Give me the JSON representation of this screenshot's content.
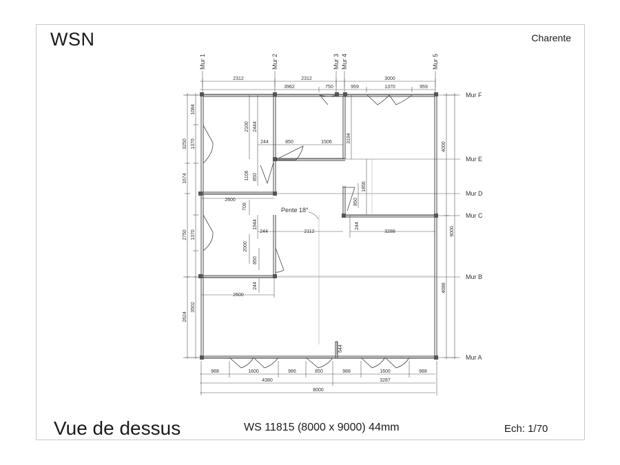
{
  "header": {
    "brand": "WSN",
    "region": "Charente"
  },
  "footer": {
    "view_title": "Vue de dessus",
    "model_spec": "WS 11815 (8000 x 9000) 44mm",
    "scale": "Ech: 1/70"
  },
  "walls": {
    "vertical": [
      "Mur 1",
      "Mur 2",
      "Mur 3",
      "Mur 4",
      "Mur 5"
    ],
    "horizontal": [
      "Mur F",
      "Mur E",
      "Mur D",
      "Mur C",
      "Mur B",
      "Mur A"
    ]
  },
  "roof_note": "Pente 18°",
  "dimensions": {
    "top_row1": [
      "2312",
      "2312",
      "3000"
    ],
    "top_row2": [
      "3962",
      "750",
      "959",
      "1370",
      "959"
    ],
    "bottom_row1": [
      "988",
      "1600",
      "986",
      "850",
      "988",
      "1600",
      "988"
    ],
    "bottom_row2": [
      "4380",
      "3287"
    ],
    "bottom_total": "8000",
    "left_outer": [
      "3250",
      "1674",
      "2750",
      "2624"
    ],
    "left_inner": [
      "1084",
      "1370",
      "1370",
      "3502"
    ],
    "right_outer": "9000",
    "right_inner": [
      "4000",
      "4688"
    ],
    "interior": {
      "d2100": "2100",
      "d2444": "2444",
      "d244a": "244",
      "d850a": "850",
      "d1506": "1506",
      "d3194": "3194",
      "d1106": "1106",
      "d850b": "850",
      "d1856": "1856",
      "d850c": "850",
      "d2600a": "2600",
      "d708": "708",
      "d1944": "1944",
      "d244b": "244",
      "d2112": "2112",
      "d244c": "244",
      "d3288": "3288",
      "d2000": "2000",
      "d850d": "850",
      "d244d": "244",
      "d2600b": "2600",
      "d644": "644"
    }
  }
}
